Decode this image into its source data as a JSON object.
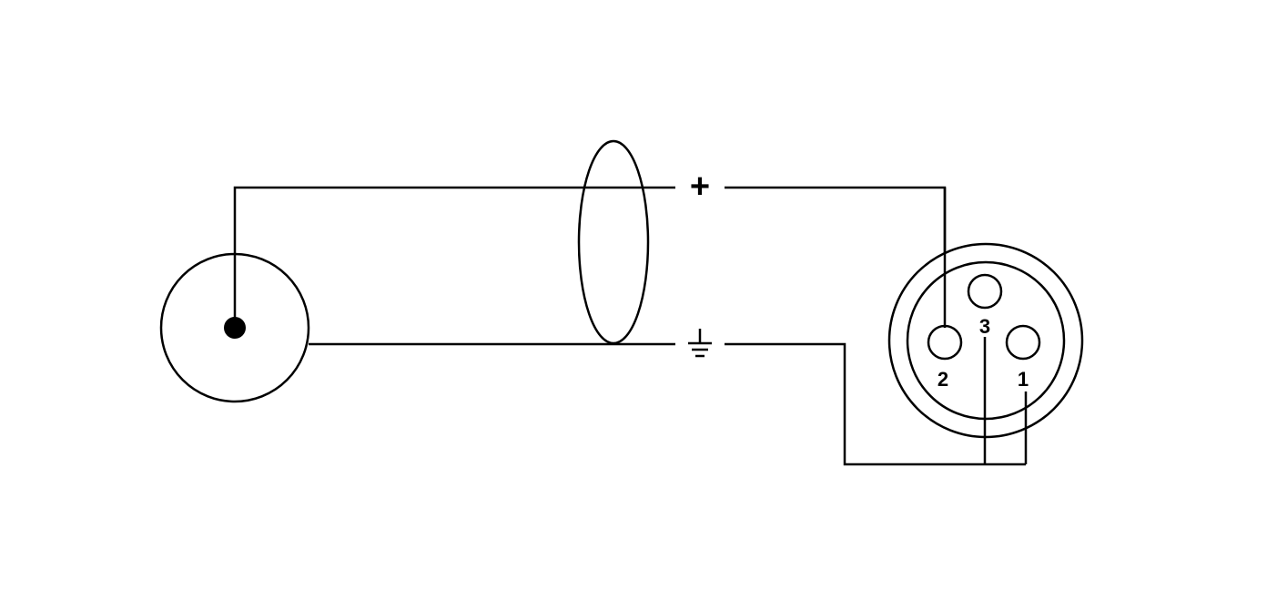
{
  "diagram": {
    "signal_symbol": "+",
    "ground_symbol": "ground-symbol",
    "xlr_connector": {
      "pins": [
        {
          "label": "1"
        },
        {
          "label": "2"
        },
        {
          "label": "3"
        }
      ]
    },
    "colors": {
      "line": "#000000",
      "background": "#ffffff"
    }
  }
}
